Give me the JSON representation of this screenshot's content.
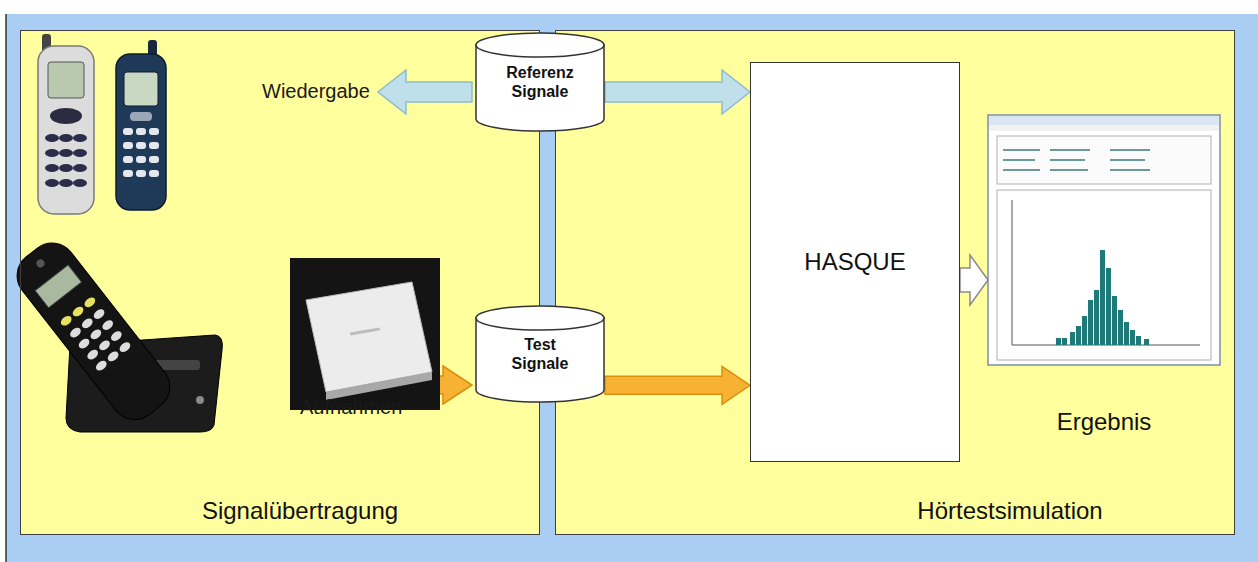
{
  "diagram": {
    "nodes": [
      {
        "text": [
          "Signalübertragung"
        ]
      },
      {
        "text": [
          "Hörtestsimulation"
        ]
      },
      {
        "text": [
          "Referenz Signale"
        ]
      },
      {
        "text": [
          "Test Signale"
        ]
      },
      {
        "text": [
          "HASQUE"
        ],
        "in": 1
      },
      {
        "text": [
          "Ergebnis"
        ],
        "in": 1
      }
    ],
    "edges": [
      {
        "from": 2,
        "to": 4,
        "arrow": "to"
      },
      {
        "from": 3,
        "to": 4,
        "arrow": "to"
      },
      {
        "from": 4,
        "to": 5,
        "arrow": "to"
      }
    ],
    "labels": [
      "Wiedergabe",
      "Aufnahmen"
    ]
  }
}
